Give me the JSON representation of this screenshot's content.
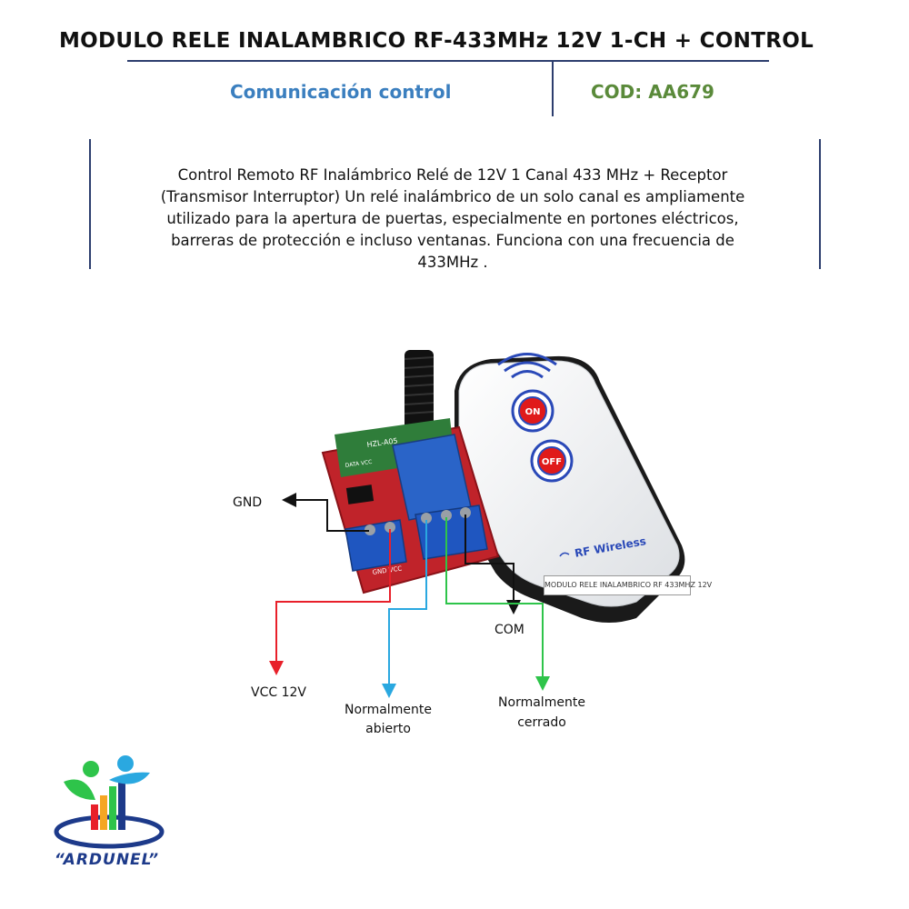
{
  "header": {
    "title": "MODULO RELE INALAMBRICO RF-433MHz 12V 1-CH + CONTROL",
    "section": "Comunicación control",
    "code": "COD: AA679"
  },
  "description": {
    "lines": [
      "Control Remoto RF Inalámbrico Relé de 12V 1 Canal 433 MHz + Receptor",
      "(Transmisor Interruptor) Un relé inalámbrico de un solo canal es ampliamente",
      "utilizado para la apertura de puertas, especialmente en portones eléctricos,",
      "barreras de protección e incluso ventanas. Funciona con una frecuencia de",
      "433MHz ."
    ]
  },
  "diagram": {
    "gnd": "GND",
    "vcc": "VCC 12V",
    "com": "COM",
    "no_line1": "Normalmente",
    "no_line2": "abierto",
    "nc_line1": "Normalmente",
    "nc_line2": "cerrado",
    "remote_on": "ON",
    "remote_off": "OFF",
    "remote_brand": "RF Wireless",
    "board_module": "HZL-A05",
    "board_pins": "DATA VCC",
    "terminal_left": "GND VCC",
    "sticker": "MODULO RELE INALAMBRICO RF 433MHZ 12V"
  },
  "colors": {
    "title_rule": "#2d3e6e",
    "section": "#3b7fbf",
    "code": "#5a8a3a",
    "wire_red": "#e8202a",
    "wire_blue": "#2aa8e0",
    "wire_green": "#2ec44a",
    "wire_black": "#111111"
  },
  "logo": {
    "text": "“ARDUNEL”"
  }
}
